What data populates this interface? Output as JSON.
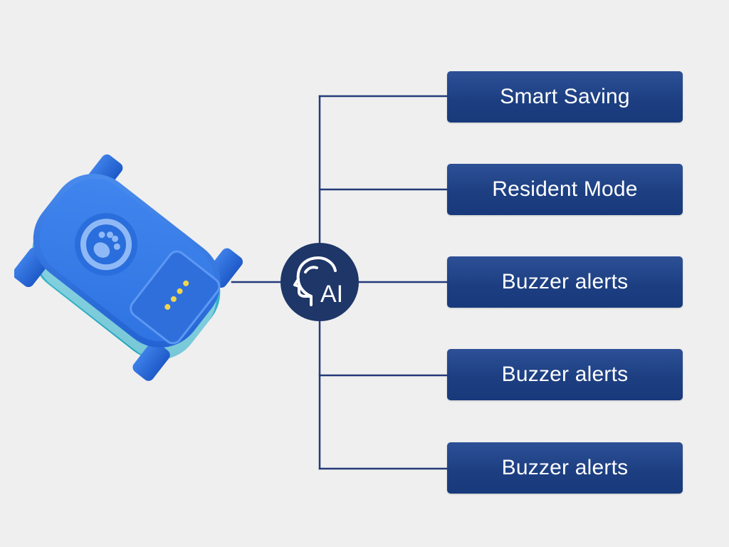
{
  "hub": {
    "label": "AI",
    "icon": "ai-head-icon"
  },
  "device": {
    "icon": "paw-icon"
  },
  "features": [
    {
      "label": "Smart Saving"
    },
    {
      "label": "Resident Mode"
    },
    {
      "label": "Buzzer alerts"
    },
    {
      "label": "Buzzer alerts"
    },
    {
      "label": "Buzzer alerts"
    }
  ],
  "colors": {
    "background": "#efefef",
    "box": "#1f4185",
    "line": "#253a7a",
    "hub": "#1e3668",
    "device": "#2f73e0"
  }
}
